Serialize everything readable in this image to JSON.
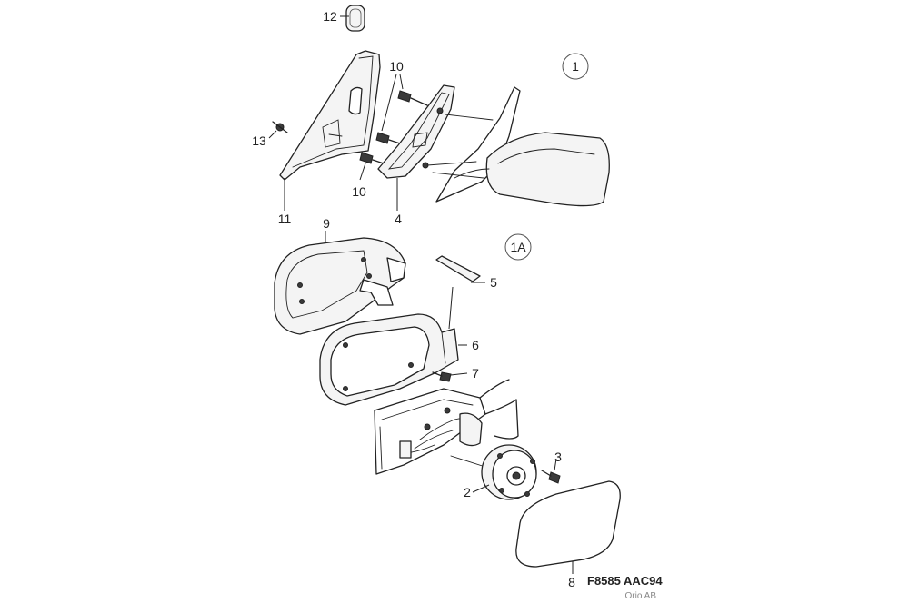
{
  "callouts": {
    "c1": "1",
    "c1a": "1A",
    "c2": "2",
    "c3": "3",
    "c4": "4",
    "c5": "5",
    "c6": "6",
    "c7": "7",
    "c8": "8",
    "c9": "9",
    "c10a": "10",
    "c10b": "10",
    "c11": "11",
    "c12": "12",
    "c13": "13"
  },
  "caption": "F8585  AAC94",
  "credit": "Orio AB"
}
